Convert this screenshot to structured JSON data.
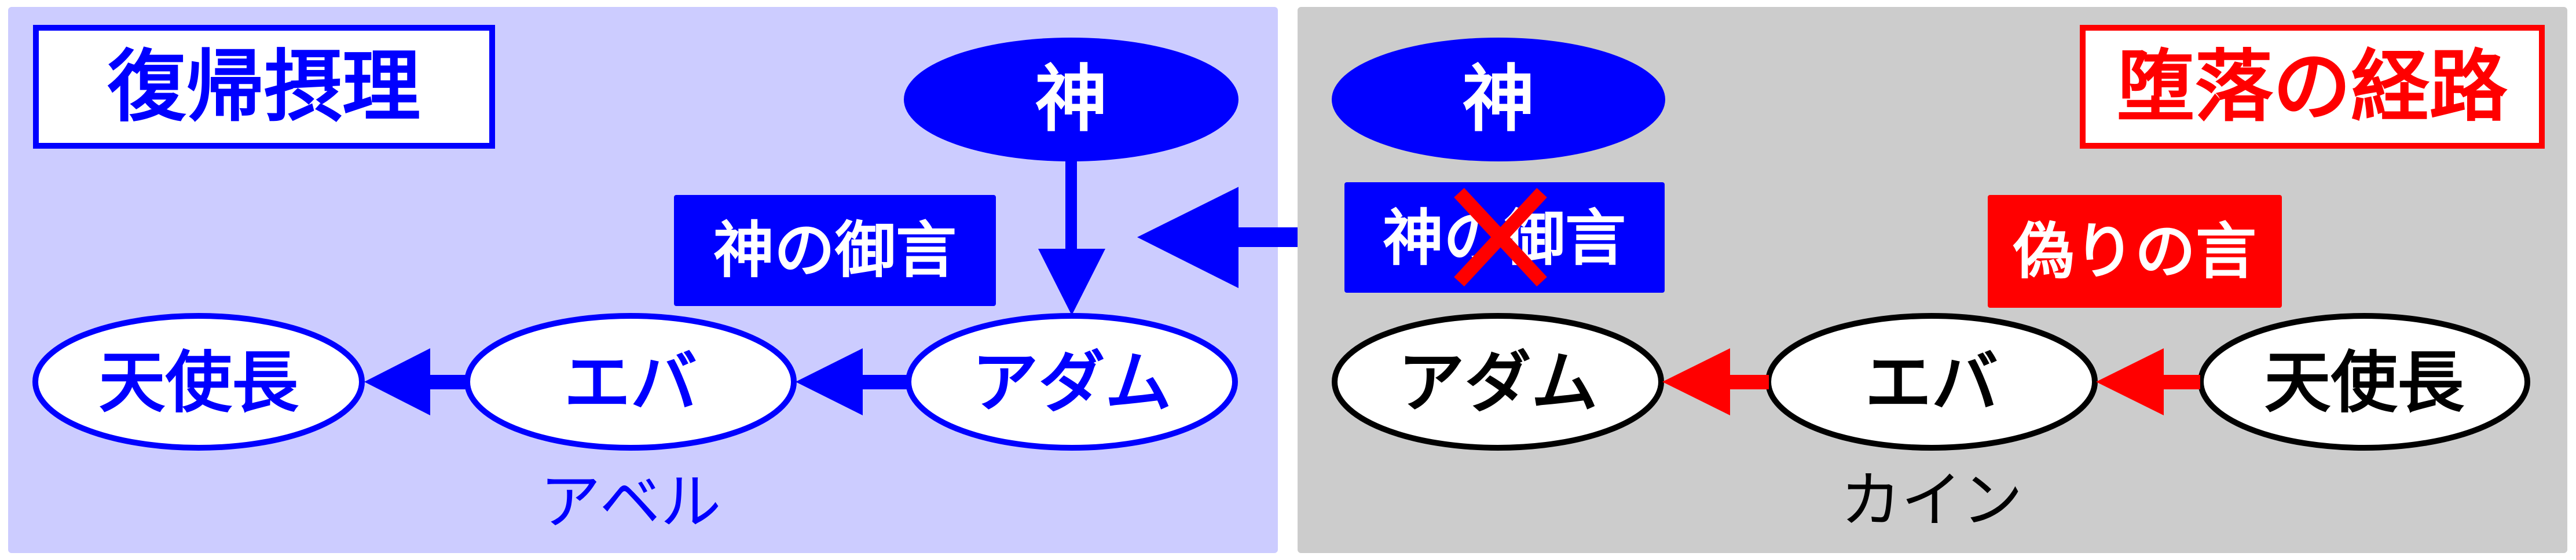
{
  "colors": {
    "restoration_panel": "#ccccff",
    "fall_panel": "#cccccc",
    "blue": "#0000ff",
    "red": "#ff0000",
    "black": "#000000",
    "white": "#ffffff"
  },
  "restoration": {
    "title": "復帰摂理",
    "god": "神",
    "word_box": "神の御言",
    "nodes": [
      "天使長",
      "エバ",
      "アダム"
    ],
    "lineage": "アベル"
  },
  "fall": {
    "title": "堕落の経路",
    "god": "神",
    "crossed_word_box": "神の御言",
    "false_word_box": "偽りの言",
    "nodes": [
      "アダム",
      "エバ",
      "天使長"
    ],
    "lineage": "カイン"
  }
}
